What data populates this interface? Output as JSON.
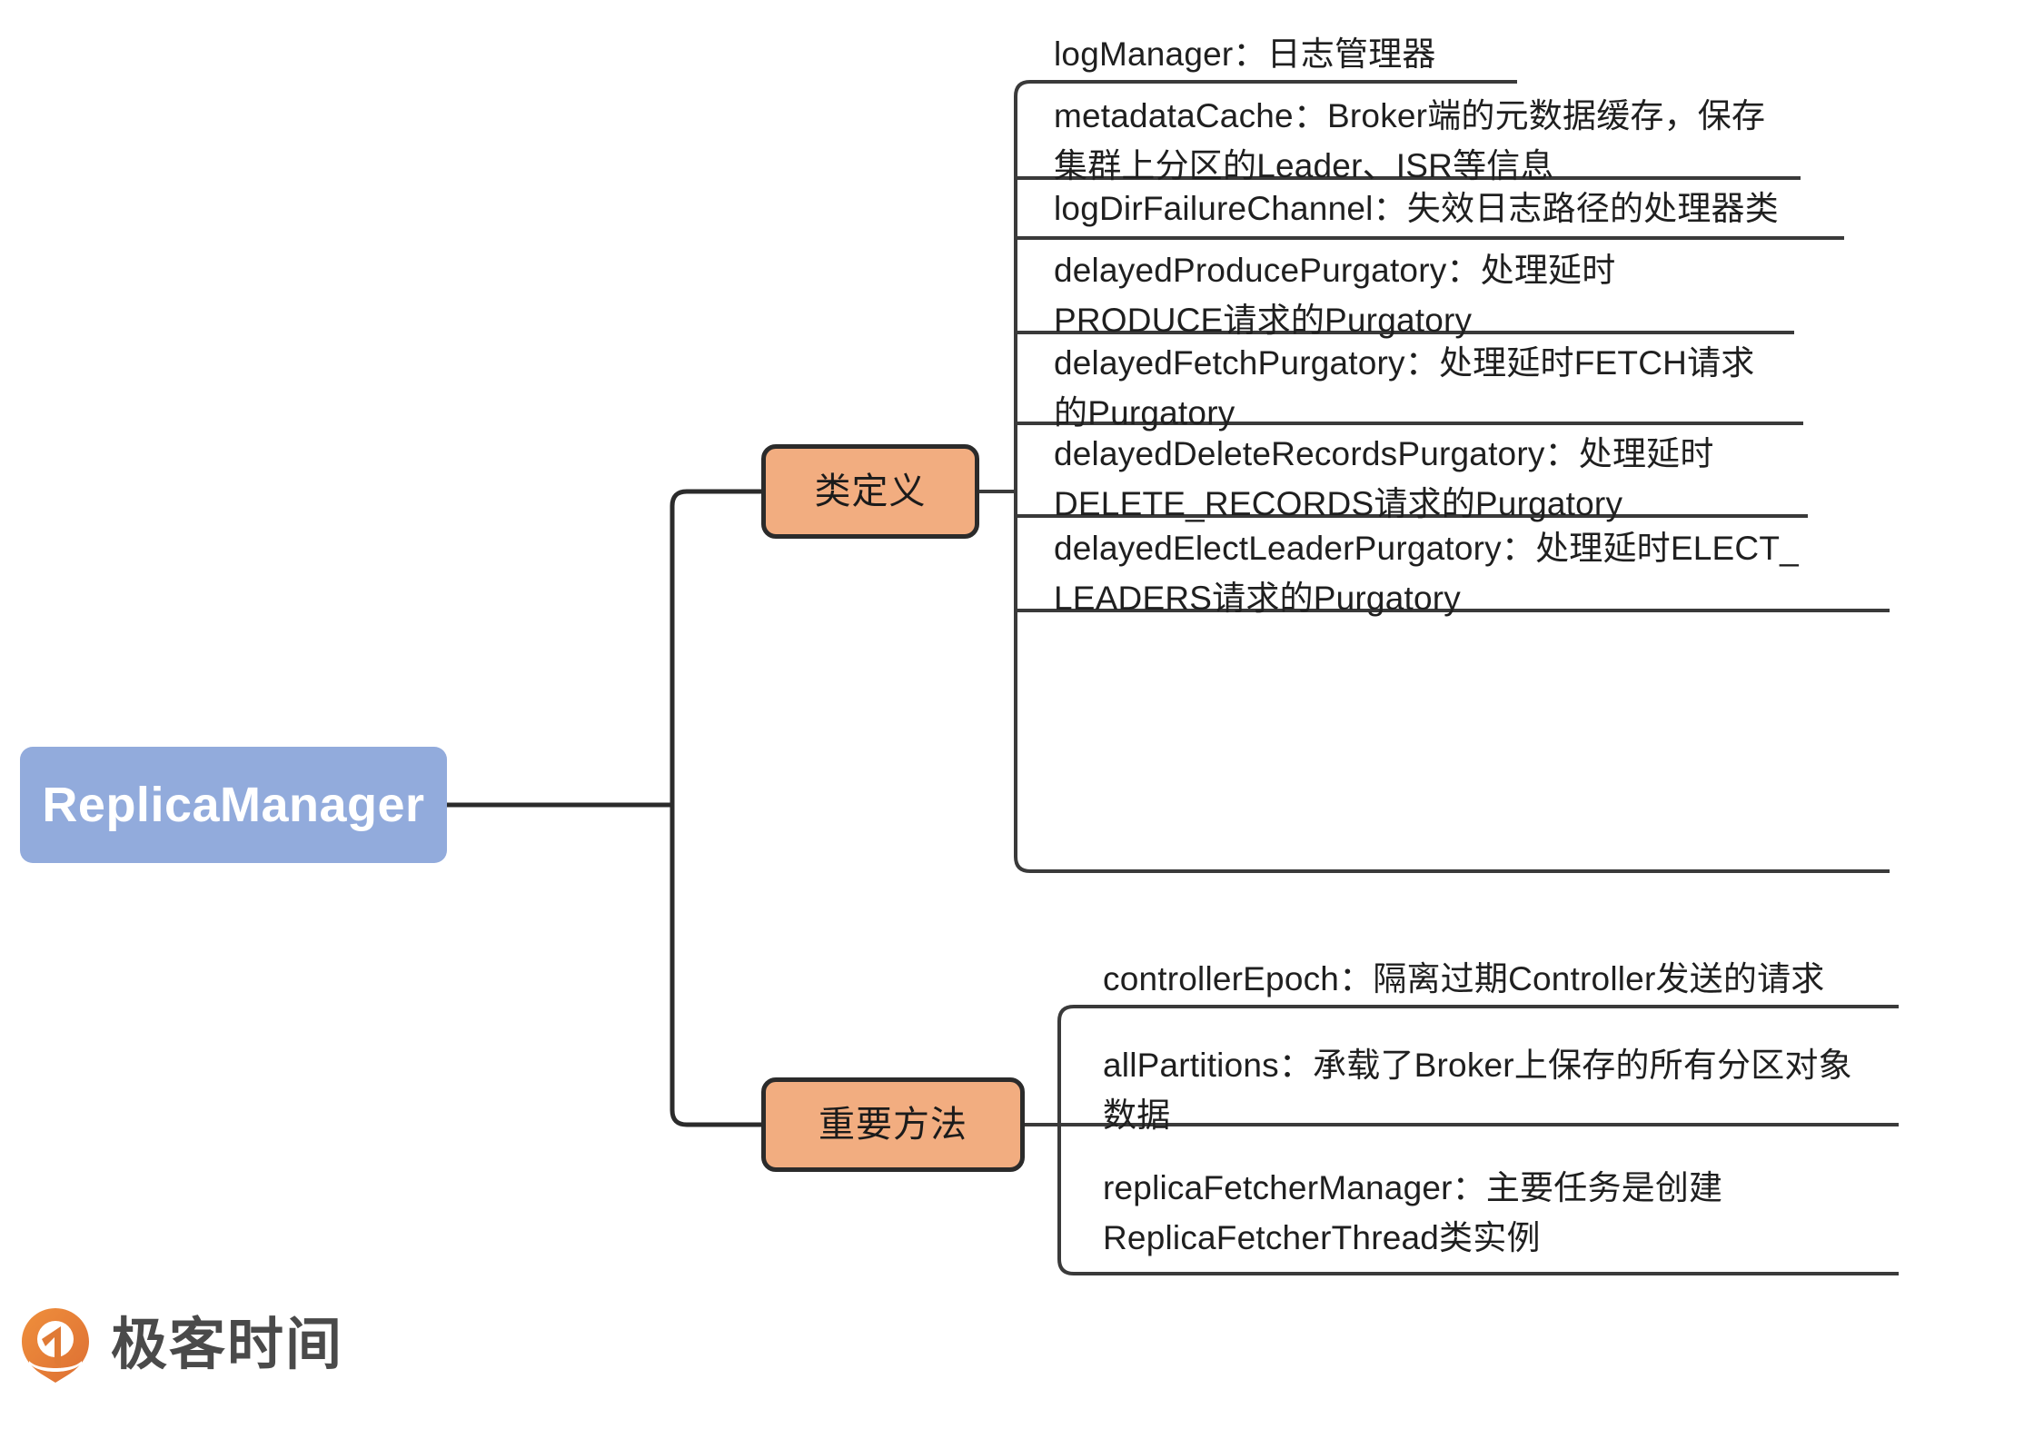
{
  "root": {
    "label": "ReplicaManager",
    "fill": "#92abdc",
    "text_color": "#ffffff"
  },
  "branches": [
    {
      "label": "类定义",
      "fill": "#f2ad80",
      "stroke": "#2b2b2b",
      "children": [
        {
          "text": "logManager：日志管理器"
        },
        {
          "text": "metadataCache：Broker端的元数据缓存，保存\n集群上分区的Leader、ISR等信息"
        },
        {
          "text": "logDirFailureChannel：失效日志路径的处理器类"
        },
        {
          "text": "delayedProducePurgatory：处理延时\nPRODUCE请求的Purgatory"
        },
        {
          "text": "delayedFetchPurgatory：处理延时FETCH请求\n的Purgatory"
        },
        {
          "text": "delayedDeleteRecordsPurgatory：处理延时\nDELETE_RECORDS请求的Purgatory"
        },
        {
          "text": "delayedElectLeaderPurgatory：处理延时ELECT_\nLEADERS请求的Purgatory"
        }
      ]
    },
    {
      "label": "重要方法",
      "fill": "#f2ad80",
      "stroke": "#2b2b2b",
      "children": [
        {
          "text": "controllerEpoch：隔离过期Controller发送的请求"
        },
        {
          "text": "allPartitions：承载了Broker上保存的所有分区对象\n数据"
        },
        {
          "text": "replicaFetcherManager：主要任务是创建\nReplicaFetcherThread类实例"
        }
      ]
    }
  ],
  "logo": {
    "text": "极客时间",
    "mark_color": "#e8803a",
    "text_color": "#4a4a4a"
  },
  "theme": {
    "connector_color": "#2b2b2b",
    "background": "#ffffff"
  }
}
